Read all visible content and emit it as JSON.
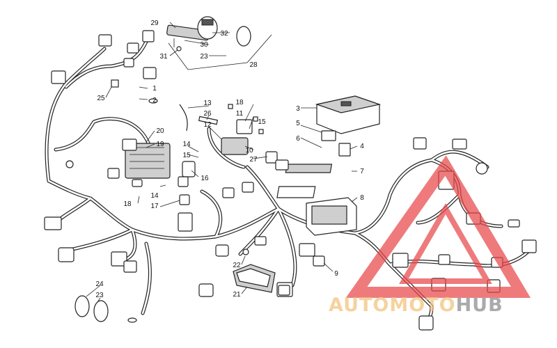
{
  "diagram": {
    "callouts": [
      "1",
      "2",
      "3",
      "4",
      "5",
      "6",
      "7",
      "8",
      "9",
      "10",
      "11",
      "12",
      "13",
      "14",
      "14",
      "15",
      "15",
      "16",
      "17",
      "18",
      "18",
      "19",
      "20",
      "21",
      "22",
      "23",
      "23",
      "24",
      "25",
      "26",
      "27",
      "28",
      "29",
      "30",
      "31",
      "32"
    ]
  },
  "watermark": {
    "brand_part1": "AUTO",
    "brand_part2": "MOTO",
    "brand_part3": "HUB",
    "colors": {
      "part1": "#f2c27a",
      "part2": "#f2c27a",
      "part3": "#8a8a8a",
      "triangle": "#e8484a"
    }
  }
}
